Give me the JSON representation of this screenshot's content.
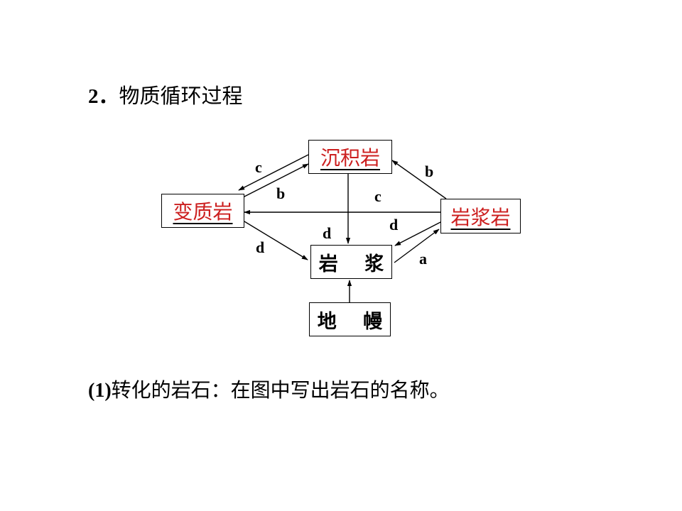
{
  "heading": {
    "number": "2．",
    "text": "物质循环过程"
  },
  "diagram": {
    "nodes": {
      "sedimentary": "沉积岩",
      "metamorphic": "变质岩",
      "igneous": "岩浆岩",
      "magma": "岩 浆",
      "mantle": "地 幔"
    },
    "labels": {
      "c_top": "c",
      "b_upper": "b",
      "b_right": "b",
      "c_mid": "c",
      "d_right": "d",
      "d_center": "d",
      "d_left": "d",
      "a": "a"
    }
  },
  "caption": {
    "number": "(1)",
    "text": "转化的岩石：在图中写出岩石的名称。"
  }
}
